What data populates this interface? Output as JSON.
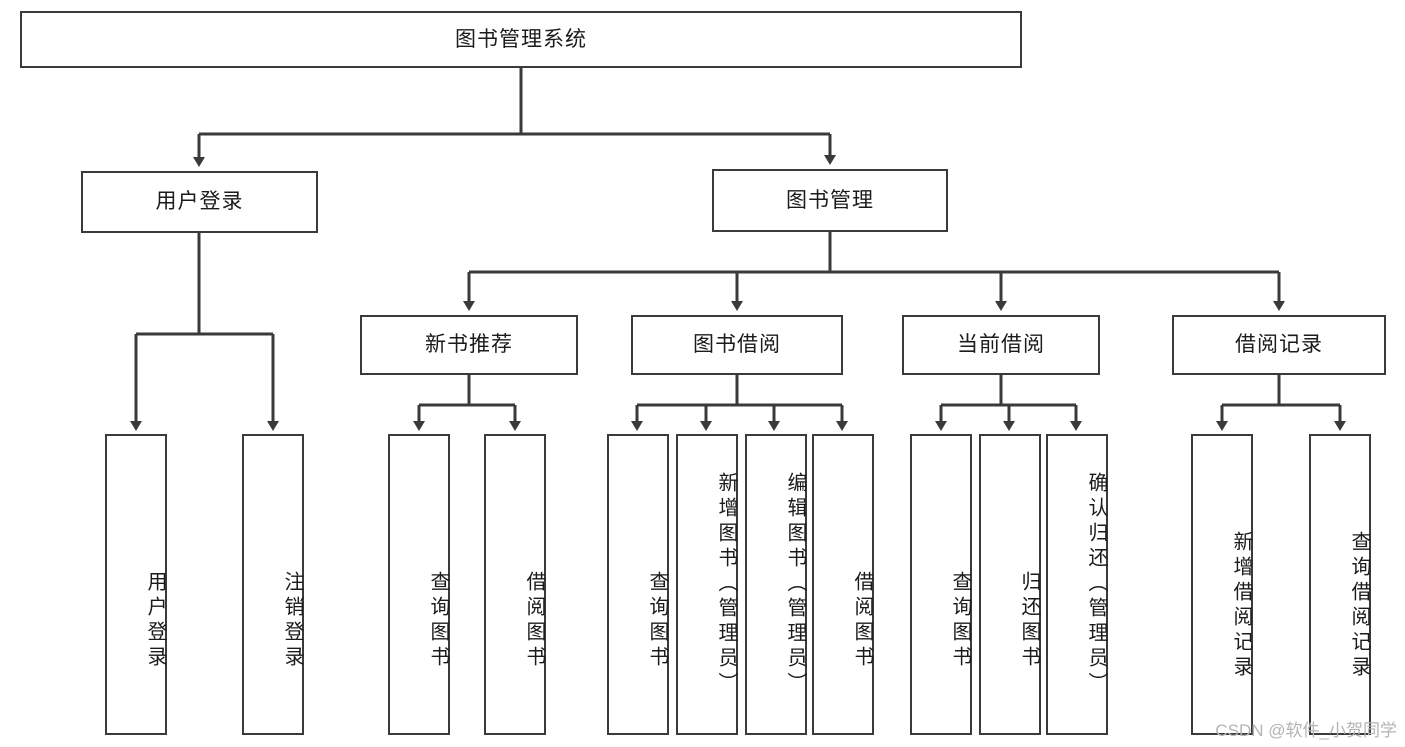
{
  "diagram": {
    "title": "图书管理系统",
    "type": "functional-structure-tree",
    "root": {
      "label": "图书管理系统"
    },
    "level1": [
      {
        "label": "用户登录"
      },
      {
        "label": "图书管理"
      }
    ],
    "level2": [
      {
        "label": "新书推荐"
      },
      {
        "label": "图书借阅"
      },
      {
        "label": "当前借阅"
      },
      {
        "label": "借阅记录"
      }
    ],
    "leaves": {
      "user_login": [
        {
          "label": "用户登录"
        },
        {
          "label": "注销登录"
        }
      ],
      "new_book_recommend": [
        {
          "label": "查询图书"
        },
        {
          "label": "借阅图书"
        }
      ],
      "book_borrow": [
        {
          "label": "查询图书"
        },
        {
          "label": "新增图书（管理员）"
        },
        {
          "label": "编辑图书（管理员）"
        },
        {
          "label": "借阅图书"
        }
      ],
      "current_borrow": [
        {
          "label": "查询图书"
        },
        {
          "label": "归还图书"
        },
        {
          "label": "确认归还（管理员）"
        }
      ],
      "borrow_record": [
        {
          "label": "新增借阅记录"
        },
        {
          "label": "查询借阅记录"
        }
      ]
    }
  },
  "watermark": {
    "text": "CSDN @软件_小贺同学"
  },
  "colors": {
    "stroke": "#3a3a3a",
    "background": "#ffffff",
    "text": "#1b1b1b",
    "watermark": "#b4b4b4"
  }
}
